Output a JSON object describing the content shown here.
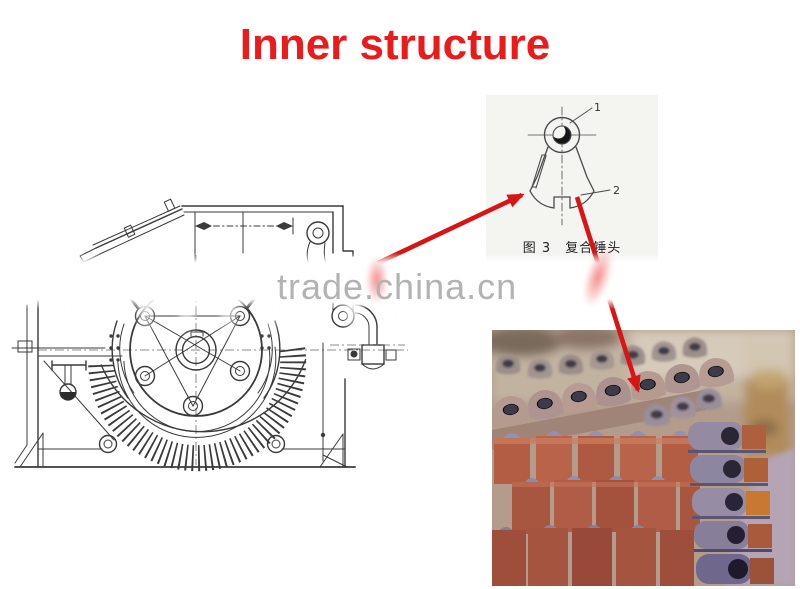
{
  "page": {
    "title": "Inner structure",
    "title_color": "#ea1b1b",
    "background_color": "#ffffff"
  },
  "watermark": {
    "text": "trade.china.cn",
    "color": "#b3b3b3"
  },
  "machine_drawing": {
    "subject": "hammer crusher cross-section line drawing",
    "line_color": "#3a3a3a"
  },
  "figure_panel": {
    "caption": "图 3　复合锤头",
    "part_labels": [
      "1",
      "2"
    ],
    "background_color": "#f4f4f1"
  },
  "photo": {
    "subject": "stacked cast composite hammer heads",
    "dominant_colors": [
      "#b25d44",
      "#9193b0",
      "#b4a4b4",
      "#c2b2a0"
    ]
  },
  "arrows": {
    "color": "#d81414",
    "count": 2
  }
}
